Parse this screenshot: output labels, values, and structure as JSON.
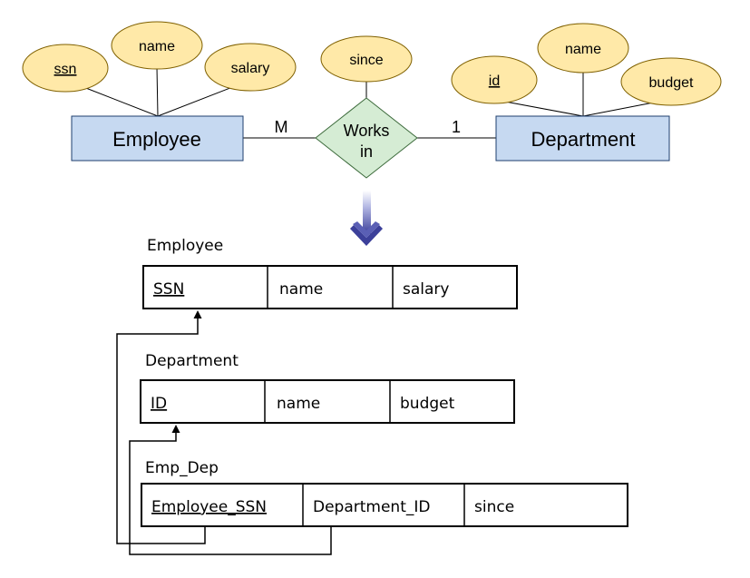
{
  "er": {
    "entities": [
      {
        "name": "Employee"
      },
      {
        "name": "Department"
      }
    ],
    "relationship": {
      "line1": "Works",
      "line2": "in"
    },
    "cardinality": {
      "left": "M",
      "right": "1"
    },
    "employee_attributes": [
      {
        "label": "ssn",
        "key": true
      },
      {
        "label": "name",
        "key": false
      },
      {
        "label": "salary",
        "key": false
      }
    ],
    "relationship_attribute": {
      "label": "since"
    },
    "department_attributes": [
      {
        "label": "id",
        "key": true
      },
      {
        "label": "name",
        "key": false
      },
      {
        "label": "budget",
        "key": false
      }
    ]
  },
  "tables": [
    {
      "name": "Employee",
      "columns": [
        {
          "label": "SSN",
          "key": true
        },
        {
          "label": "name",
          "key": false
        },
        {
          "label": "salary",
          "key": false
        }
      ]
    },
    {
      "name": "Department",
      "columns": [
        {
          "label": "ID",
          "key": true
        },
        {
          "label": "name",
          "key": false
        },
        {
          "label": "budget",
          "key": false
        }
      ]
    },
    {
      "name": "Emp_Dep",
      "columns": [
        {
          "label": "Employee_SSN",
          "key": true
        },
        {
          "label": "Department_ID",
          "key": false
        },
        {
          "label": "since",
          "key": false
        }
      ]
    }
  ],
  "colors": {
    "entity_fill": "#c6d9f1",
    "entity_stroke": "#1f3f6e",
    "attribute_fill": "#ffe9a8",
    "attribute_stroke": "#7f6000",
    "relationship_fill": "#d5ecd4",
    "relationship_stroke": "#3d6b3c",
    "arrow": "#4a4fa6"
  }
}
